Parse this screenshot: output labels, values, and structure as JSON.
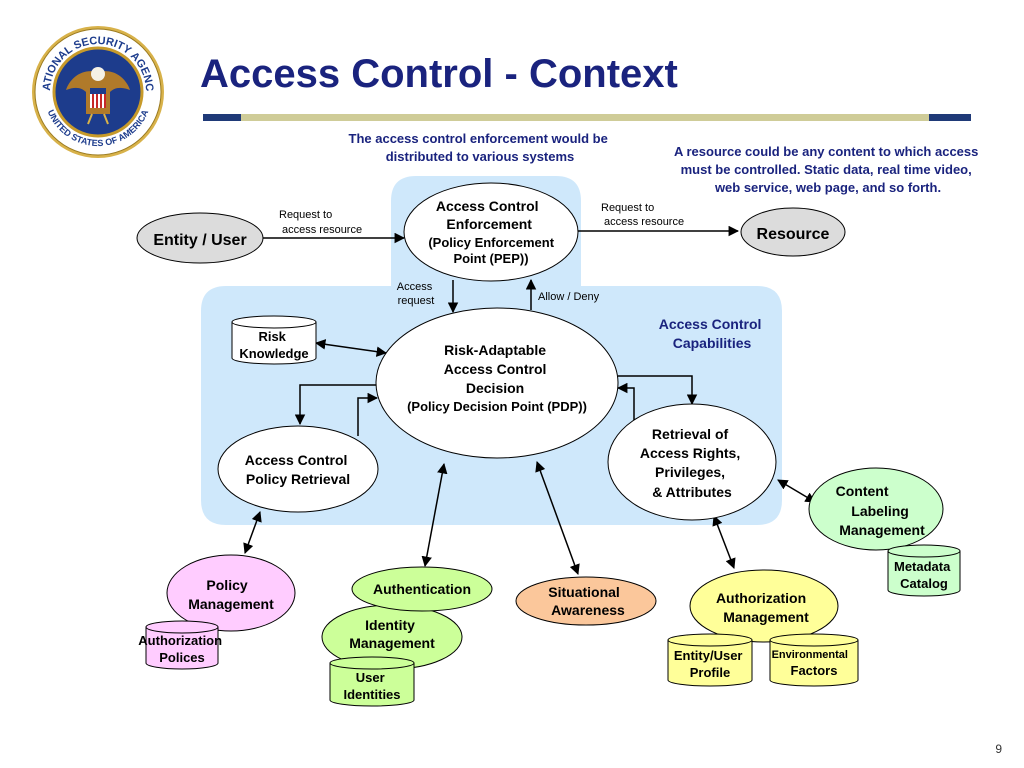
{
  "slide": {
    "title": "Access Control - Context",
    "page_number": "9",
    "colors": {
      "title": "#1a237e",
      "rule_dark": "#1f3a78",
      "rule_light": "#cfcc98",
      "blue_area": "#cfe8fb"
    }
  },
  "seal": {
    "top_text": "NATIONAL SECURITY AGENCY",
    "bottom_text": "UNITED STATES OF AMERICA"
  },
  "notes": {
    "enforcement": [
      "The access control enforcement would be",
      "distributed to various systems"
    ],
    "resource": [
      "A resource could be any content to which access",
      "must be controlled.  Static data, real time video,",
      "web service, web page, and so forth."
    ]
  },
  "nodes": {
    "entity_user": "Entity / User",
    "resource": "Resource",
    "pep": [
      "Access  Control",
      "Enforcement",
      "(Policy Enforcement",
      "Point (PEP))"
    ],
    "pdp": [
      "Risk-Adaptable",
      "Access Control",
      "Decision",
      "(Policy Decision Point (PDP))"
    ],
    "risk_knowledge": [
      "Risk",
      "Knowledge"
    ],
    "capabilities": [
      "Access Control",
      "Capabilities"
    ],
    "policy_retrieval": [
      "Access Control",
      "Policy Retrieval"
    ],
    "rights_retrieval": [
      "Retrieval of",
      "Access Rights,",
      "Privileges,",
      "& Attributes"
    ],
    "content_labeling": [
      "Content",
      "Labeling",
      "Management"
    ],
    "metadata_catalog": [
      "Metadata",
      "Catalog"
    ],
    "policy_management": [
      "Policy",
      "Management"
    ],
    "authorization_polices": [
      "Authorization",
      "Polices"
    ],
    "authentication": "Authentication",
    "identity_management": [
      "Identity",
      "Management"
    ],
    "user_identities": [
      "User",
      "Identities"
    ],
    "situational_awareness": [
      "Situational",
      "Awareness"
    ],
    "authorization_management": [
      "Authorization",
      "Management"
    ],
    "entity_user_profile": [
      "Entity/User",
      "Profile"
    ],
    "environmental_factors": [
      "Environmental",
      "Factors"
    ]
  },
  "edges": {
    "request_left": [
      "Request to",
      "access resource"
    ],
    "request_right": [
      "Request to",
      "access resource"
    ],
    "access_request": [
      "Access",
      "request"
    ],
    "allow_deny": "Allow / Deny"
  }
}
